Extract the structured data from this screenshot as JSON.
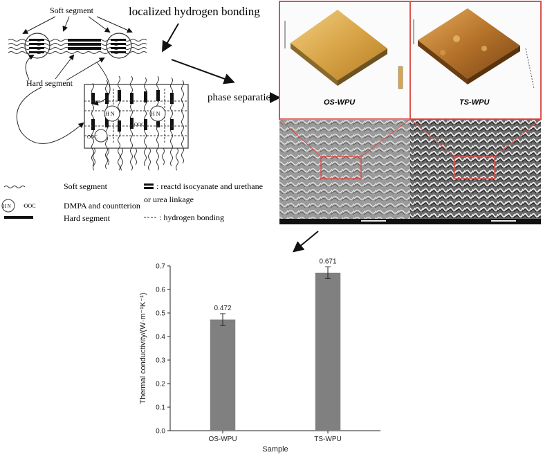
{
  "schematic": {
    "soft_segment_label": "Soft segment",
    "hard_segment_label": "Hard segment",
    "localized_hb_label": "localized hydrogen bonding",
    "phase_separation_label": "phase separation",
    "hn_label": "H N",
    "ooc_label": "OOC",
    "legend": {
      "soft_segment": "Soft segment",
      "dmpa": "DMPA and countterion",
      "hard_segment": "Hard segment",
      "isocyanate_line1": ": reactd isocyanate and urethane",
      "isocyanate_line2": "or urea linkage",
      "hydrogen_bonding": ": hydrogen bonding",
      "hn_symbol": "H N",
      "ooc_symbol": "·OOC"
    }
  },
  "afm": {
    "left_caption": "OS-WPU",
    "right_caption": "TS-WPU"
  },
  "colors": {
    "afm_left": "#d9a548",
    "afm_right": "#b4722a",
    "frame_red": "#d9534f",
    "bar_fill": "#808080",
    "sem_bg": "#8f8f8f"
  },
  "chart_data": {
    "type": "bar",
    "categories": [
      "OS-WPU",
      "TS-WPU"
    ],
    "values": [
      0.472,
      0.671
    ],
    "errors": [
      0.025,
      0.025
    ],
    "data_labels": [
      "0.472",
      "0.671"
    ],
    "xlabel": "Sample",
    "ylabel": "Thermal conductivity/(W·m⁻¹K⁻¹)",
    "ylim": [
      0,
      0.7
    ],
    "yticks": [
      "0.0",
      "0.1",
      "0.2",
      "0.3",
      "0.4",
      "0.5",
      "0.6",
      "0.7"
    ],
    "grid": false
  }
}
